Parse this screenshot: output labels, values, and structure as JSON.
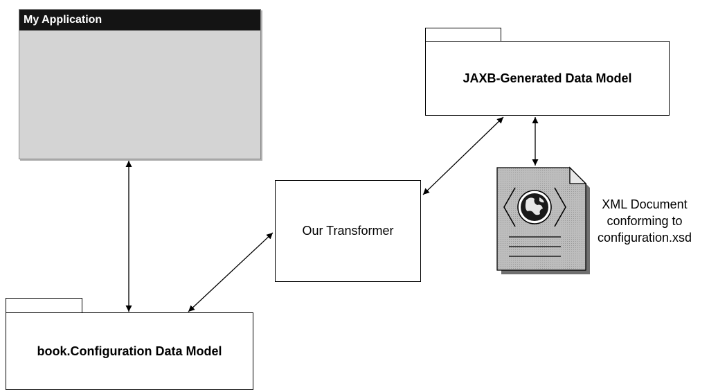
{
  "app_window": {
    "title": "My Application"
  },
  "packages": {
    "jaxb": {
      "label": "JAXB-Generated Data Model"
    },
    "book": {
      "label": "book.Configuration Data Model"
    }
  },
  "transformer": {
    "label": "Our Transformer"
  },
  "xml_document": {
    "caption_lines": [
      "XML Document",
      "conforming to",
      "configuration.xsd"
    ],
    "icon": "xml-document-globe-icon"
  }
}
